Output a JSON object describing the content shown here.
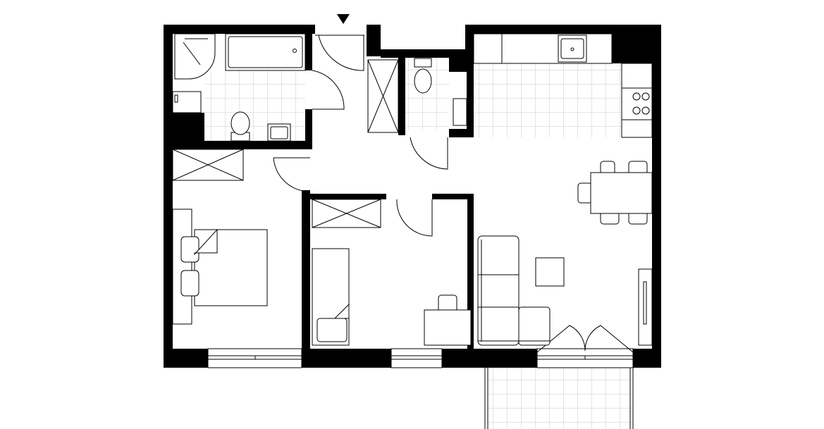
{
  "plan": {
    "colors": {
      "wall": "#000000",
      "background": "#ffffff",
      "tile_grid": "#c8c8c8",
      "line": "#000000"
    },
    "entrance_marker": "triangle-down-icon",
    "rooms": [
      "bathroom",
      "hallway",
      "wc",
      "kitchen",
      "living-room",
      "bedroom-1",
      "bedroom-2",
      "balcony"
    ]
  }
}
